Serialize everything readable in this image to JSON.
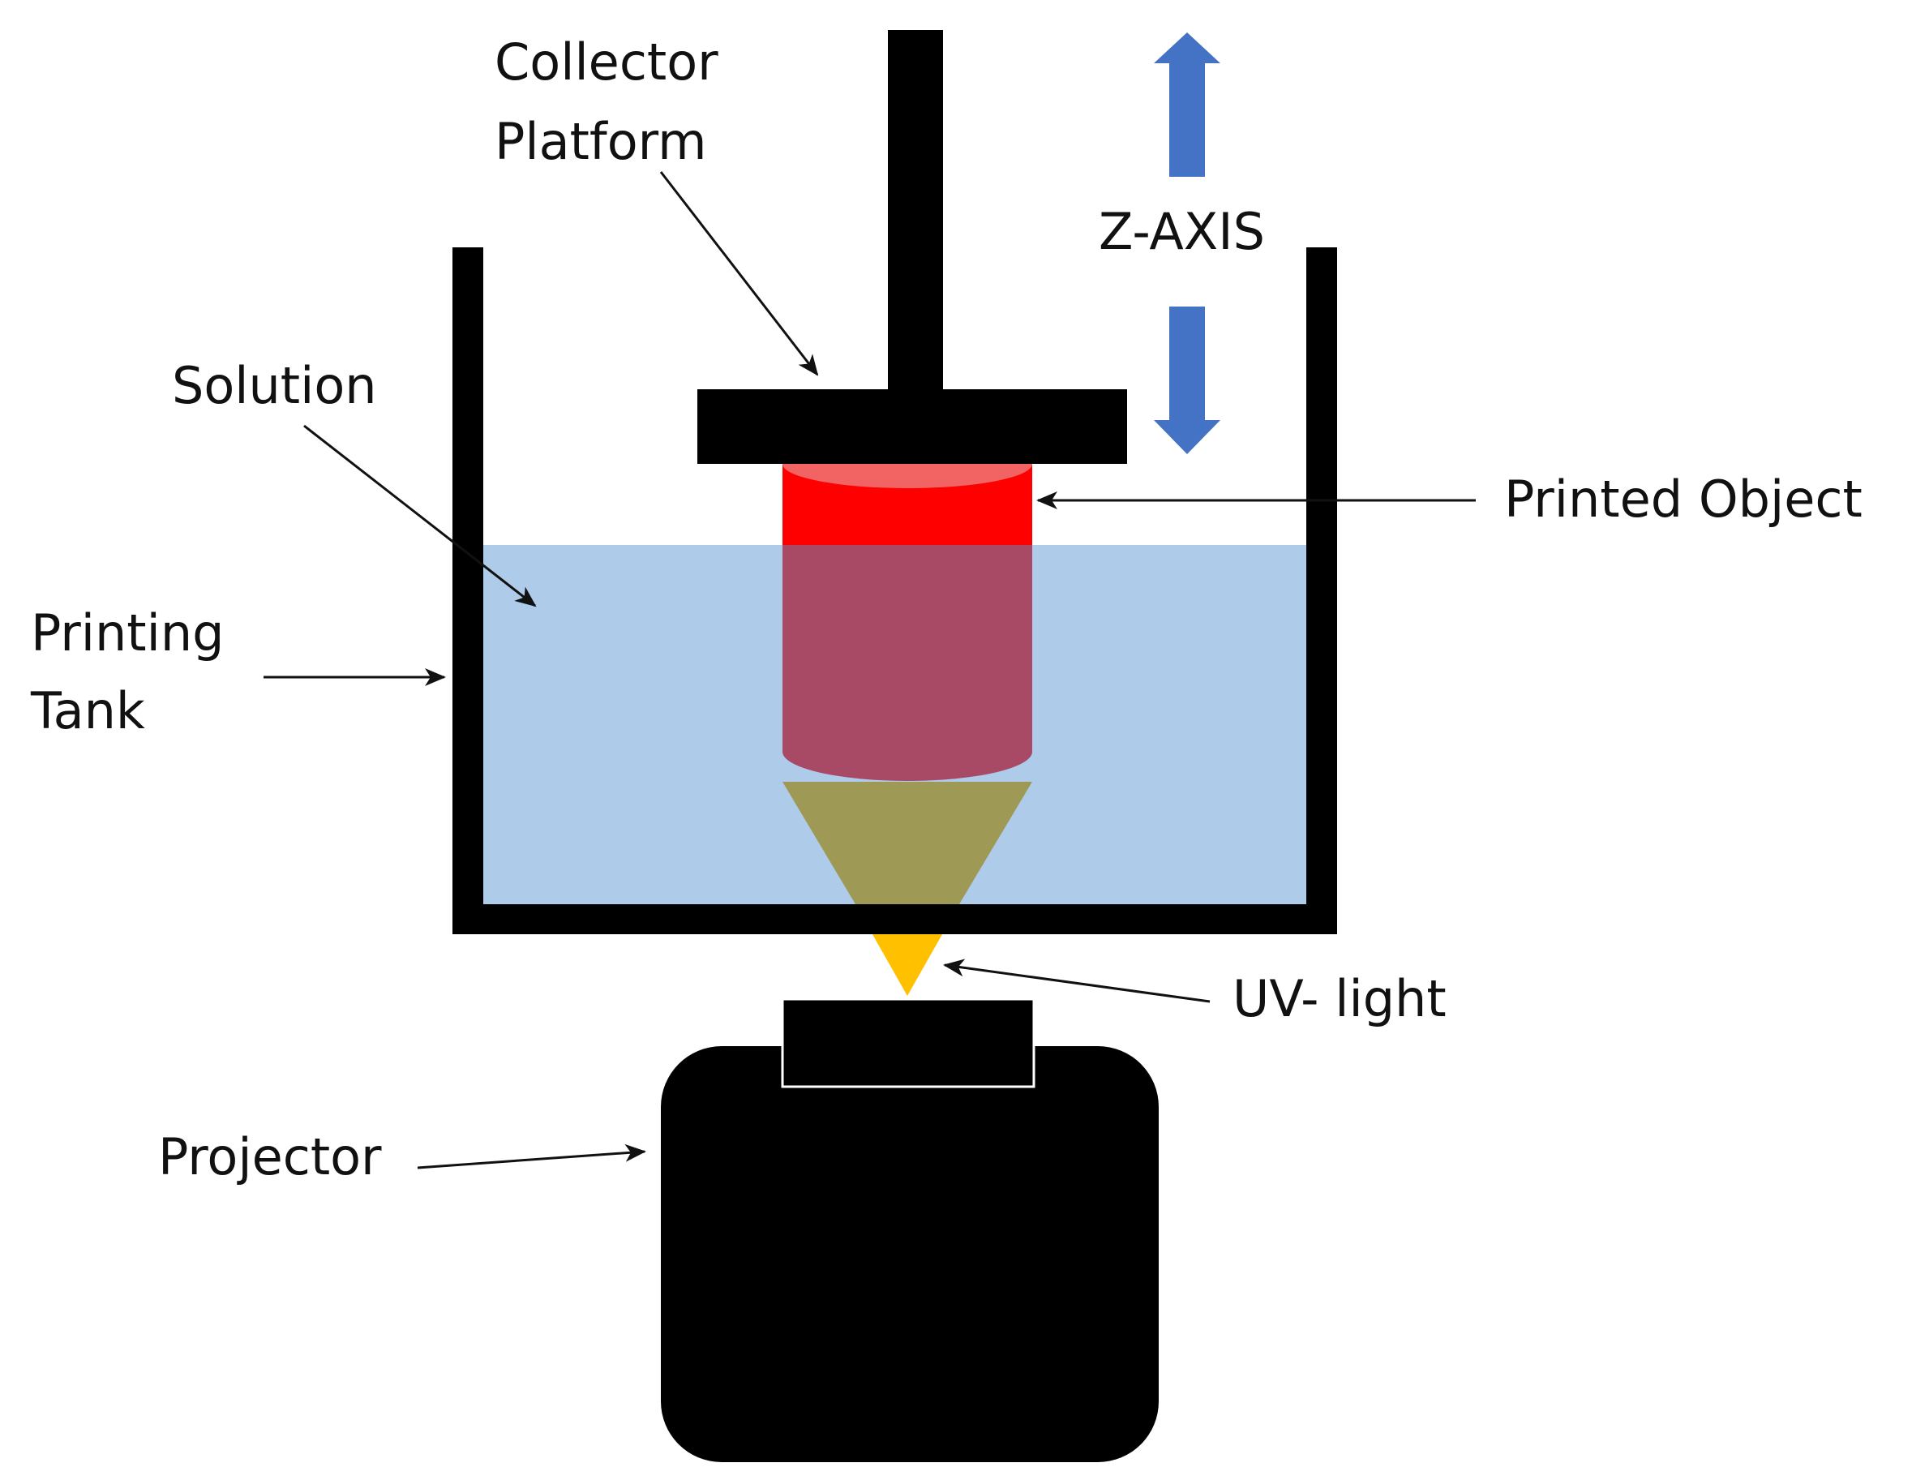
{
  "diagram": {
    "labels": {
      "collector_platform": [
        "Collector",
        "Platform"
      ],
      "z_axis": "Z-AXIS",
      "solution": "Solution",
      "printed_object": "Printed Object",
      "printing_tank": [
        "Printing",
        "Tank"
      ],
      "uv_light": "UV- light",
      "projector": "Projector"
    },
    "colors": {
      "background": "#ffffff",
      "structure": "#000000",
      "solution": "#aecbea",
      "printed_object_top": "#f26464",
      "printed_object_dry": "#ff0000",
      "printed_object_submerged": "#a84a65",
      "uv_light_in_solution": "#9e9a55",
      "uv_light_outside": "#ffc000",
      "z_axis_arrow": "#4472c4",
      "leader_line": "#111111"
    }
  }
}
